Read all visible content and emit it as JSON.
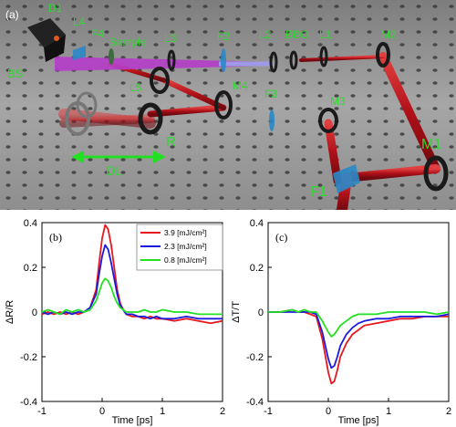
{
  "panel_a": {
    "label": "(a)",
    "component_labels": {
      "D1": "D1",
      "L4": "L4",
      "F4": "F4",
      "sample": "Sample",
      "L3": "L3",
      "F2": "F2",
      "L2": "L2",
      "BBO": "BBO",
      "L1": "L1",
      "M2": "M2",
      "BS": "BS",
      "L5": "L5",
      "M4": "M4",
      "F3": "F3",
      "M3": "M3",
      "R": "R",
      "DL": "DL",
      "M1": "M1",
      "F1": "F1"
    },
    "colors": {
      "table": "#9a9a9a",
      "red_beam": "#c0141c",
      "violet_beam": "#b43cc8",
      "filter_blue": "#2a88c8",
      "label_green": "#2fd82f"
    }
  },
  "chart_data": [
    {
      "type": "line",
      "panel_label": "(b)",
      "xlabel": "Time [ps]",
      "ylabel": "ΔR/R",
      "xlim": [
        -1,
        2
      ],
      "ylim": [
        -0.4,
        0.4
      ],
      "xticks": [
        "-1",
        "0",
        "1",
        "2"
      ],
      "yticks": [
        "0.4",
        "0.2",
        "0",
        "-0.2",
        "-0.4"
      ],
      "legend_position": "top-right",
      "series": [
        {
          "name": "3.9 [mJ/cm²]",
          "color": "#e8161e",
          "x": [
            -1.0,
            -0.9,
            -0.8,
            -0.7,
            -0.6,
            -0.5,
            -0.4,
            -0.3,
            -0.2,
            -0.1,
            -0.05,
            0.0,
            0.05,
            0.1,
            0.15,
            0.2,
            0.25,
            0.3,
            0.35,
            0.4,
            0.5,
            0.6,
            0.7,
            0.8,
            0.9,
            1.0,
            1.2,
            1.4,
            1.6,
            1.8,
            2.0
          ],
          "y": [
            -0.01,
            0.0,
            -0.01,
            0.0,
            -0.01,
            0.0,
            -0.01,
            0.0,
            0.02,
            0.1,
            0.22,
            0.33,
            0.39,
            0.37,
            0.3,
            0.2,
            0.1,
            0.04,
            0.01,
            -0.01,
            -0.02,
            -0.02,
            -0.03,
            -0.02,
            -0.03,
            -0.03,
            -0.04,
            -0.03,
            -0.04,
            -0.05,
            -0.04
          ]
        },
        {
          "name": "2.3 [mJ/cm²]",
          "color": "#1a1adc",
          "x": [
            -1.0,
            -0.9,
            -0.8,
            -0.7,
            -0.6,
            -0.5,
            -0.4,
            -0.3,
            -0.2,
            -0.1,
            -0.05,
            0.0,
            0.05,
            0.1,
            0.15,
            0.2,
            0.25,
            0.3,
            0.35,
            0.4,
            0.5,
            0.6,
            0.7,
            0.8,
            0.9,
            1.0,
            1.2,
            1.4,
            1.6,
            1.8,
            2.0
          ],
          "y": [
            0.0,
            -0.01,
            0.0,
            -0.01,
            0.0,
            -0.01,
            0.0,
            0.0,
            0.02,
            0.08,
            0.17,
            0.25,
            0.3,
            0.28,
            0.22,
            0.15,
            0.08,
            0.03,
            0.01,
            -0.01,
            -0.01,
            -0.02,
            -0.02,
            -0.03,
            -0.02,
            -0.03,
            -0.03,
            -0.02,
            -0.03,
            -0.03,
            -0.03
          ]
        },
        {
          "name": "0.8 [mJ/cm²]",
          "color": "#22e022",
          "x": [
            -1.0,
            -0.9,
            -0.8,
            -0.7,
            -0.6,
            -0.5,
            -0.4,
            -0.3,
            -0.2,
            -0.1,
            -0.05,
            0.0,
            0.05,
            0.1,
            0.15,
            0.2,
            0.25,
            0.3,
            0.35,
            0.4,
            0.5,
            0.6,
            0.7,
            0.8,
            0.9,
            1.0,
            1.2,
            1.4,
            1.6,
            1.8,
            2.0
          ],
          "y": [
            0.0,
            0.01,
            0.0,
            -0.01,
            0.01,
            0.0,
            0.01,
            0.0,
            0.01,
            0.05,
            0.09,
            0.13,
            0.15,
            0.14,
            0.11,
            0.07,
            0.04,
            0.02,
            0.01,
            0.0,
            0.0,
            0.0,
            0.01,
            0.0,
            0.0,
            0.01,
            0.0,
            0.0,
            -0.01,
            -0.01,
            -0.01
          ]
        }
      ]
    },
    {
      "type": "line",
      "panel_label": "(c)",
      "xlabel": "Time [ps]",
      "ylabel": "ΔT/T",
      "xlim": [
        -1,
        2
      ],
      "ylim": [
        -0.4,
        0.4
      ],
      "xticks": [
        "-1",
        "0",
        "1",
        "2"
      ],
      "yticks": [
        "0.4",
        "0.2",
        "0",
        "-0.2",
        "-0.4"
      ],
      "series": [
        {
          "color": "#e8161e",
          "x": [
            -1.0,
            -0.8,
            -0.6,
            -0.5,
            -0.4,
            -0.3,
            -0.2,
            -0.1,
            0.0,
            0.05,
            0.1,
            0.15,
            0.2,
            0.3,
            0.4,
            0.5,
            0.6,
            0.8,
            1.0,
            1.2,
            1.4,
            1.6,
            1.8,
            2.0
          ],
          "y": [
            0.0,
            0.0,
            0.01,
            0.0,
            0.0,
            -0.01,
            -0.02,
            -0.12,
            -0.27,
            -0.32,
            -0.31,
            -0.26,
            -0.2,
            -0.14,
            -0.1,
            -0.08,
            -0.06,
            -0.05,
            -0.04,
            -0.03,
            -0.03,
            -0.02,
            -0.02,
            -0.02
          ]
        },
        {
          "color": "#1a1adc",
          "x": [
            -1.0,
            -0.8,
            -0.6,
            -0.5,
            -0.4,
            -0.3,
            -0.2,
            -0.1,
            0.0,
            0.05,
            0.1,
            0.15,
            0.2,
            0.3,
            0.4,
            0.5,
            0.6,
            0.8,
            1.0,
            1.2,
            1.4,
            1.6,
            1.8,
            2.0
          ],
          "y": [
            0.0,
            0.0,
            0.0,
            0.0,
            0.0,
            0.0,
            -0.01,
            -0.09,
            -0.21,
            -0.25,
            -0.24,
            -0.2,
            -0.15,
            -0.1,
            -0.07,
            -0.05,
            -0.04,
            -0.03,
            -0.03,
            -0.02,
            -0.02,
            -0.02,
            -0.02,
            -0.01
          ]
        },
        {
          "color": "#22e022",
          "x": [
            -1.0,
            -0.8,
            -0.6,
            -0.5,
            -0.4,
            -0.3,
            -0.2,
            -0.1,
            0.0,
            0.05,
            0.1,
            0.15,
            0.2,
            0.3,
            0.4,
            0.5,
            0.6,
            0.8,
            1.0,
            1.2,
            1.4,
            1.6,
            1.8,
            2.0
          ],
          "y": [
            0.0,
            0.0,
            0.01,
            0.0,
            0.01,
            0.0,
            0.0,
            -0.04,
            -0.09,
            -0.11,
            -0.1,
            -0.08,
            -0.06,
            -0.04,
            -0.02,
            -0.01,
            -0.01,
            -0.01,
            0.0,
            0.0,
            0.0,
            0.0,
            -0.01,
            0.0
          ]
        }
      ]
    }
  ]
}
